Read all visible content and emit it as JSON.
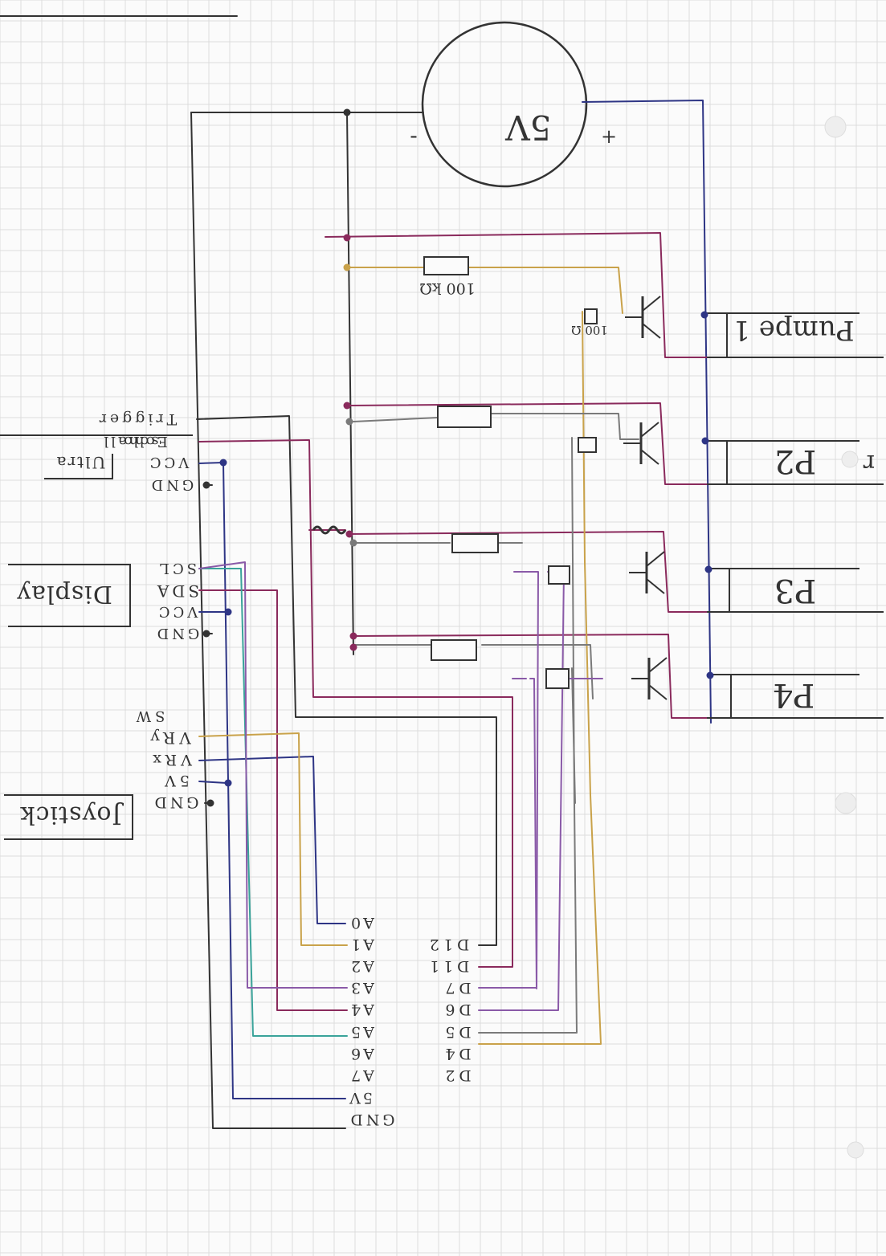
{
  "colors": {
    "black": "#333333",
    "navy": "#2e3585",
    "magenta": "#8a2a5c",
    "orange": "#c9a24a",
    "gray": "#7a7a7a",
    "teal": "#3aa39a",
    "purple": "#8a5aa8",
    "grid": "#dcdcdc"
  },
  "supply": {
    "label": "5V",
    "minus": "-",
    "plus": "+"
  },
  "resistors": {
    "base_1": "100 kΩ",
    "pull_1": "100 Ω"
  },
  "loads": [
    "Pumpe 1",
    "P2",
    "P3",
    "P4"
  ],
  "margin_mark": "r",
  "modules": {
    "ultra": {
      "name": "Ultra",
      "name2": "schall",
      "pins": [
        "Trigger",
        "Echo",
        "VCC",
        "GND"
      ]
    },
    "display": {
      "name": "Display",
      "pins": [
        "SCL",
        "SDA",
        "VCC",
        "GND"
      ]
    },
    "joystick": {
      "name": "Joystick",
      "pins": [
        "SW",
        "VRy",
        "VRx",
        "5V",
        "GND"
      ]
    }
  },
  "header_analog": [
    "A0",
    "A1",
    "A2",
    "A3",
    "A4",
    "A5",
    "A6",
    "A7",
    "5V",
    "GND"
  ],
  "header_digital": [
    "D12",
    "D11",
    "D7",
    "D6",
    "D5",
    "D4",
    "D2"
  ]
}
